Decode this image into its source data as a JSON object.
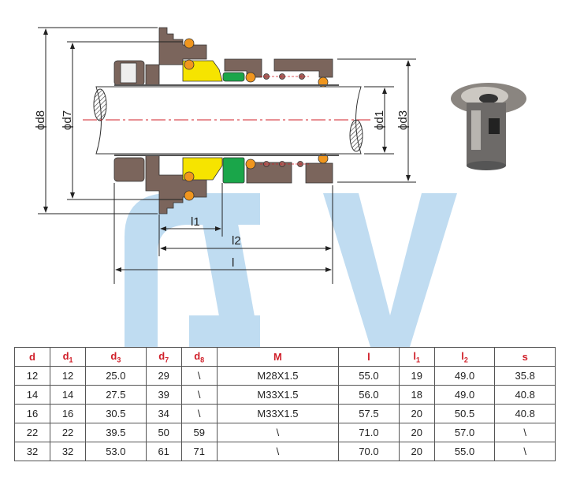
{
  "drawing": {
    "dim_labels": {
      "d8": "ϕd8",
      "d7": "ϕd7",
      "d1": "ϕd1",
      "d3": "ϕd3",
      "l1": "l1",
      "l2": "l2",
      "l": "l"
    },
    "colors": {
      "metal": "#7b655c",
      "yellow": "#f6e400",
      "green": "#1aa64a",
      "oring": "#f0961e",
      "watermark": "#b5d6ef",
      "centerline": "#d0202a"
    }
  },
  "table": {
    "headers": [
      {
        "base": "d",
        "sub": ""
      },
      {
        "base": "d",
        "sub": "1"
      },
      {
        "base": "d",
        "sub": "3"
      },
      {
        "base": "d",
        "sub": "7"
      },
      {
        "base": "d",
        "sub": "8"
      },
      {
        "base": "M",
        "sub": ""
      },
      {
        "base": "l",
        "sub": ""
      },
      {
        "base": "l",
        "sub": "1"
      },
      {
        "base": "l",
        "sub": "2"
      },
      {
        "base": "s",
        "sub": ""
      }
    ],
    "rows": [
      [
        "12",
        "12",
        "25.0",
        "29",
        "\\",
        "M28X1.5",
        "55.0",
        "19",
        "49.0",
        "35.8"
      ],
      [
        "14",
        "14",
        "27.5",
        "39",
        "\\",
        "M33X1.5",
        "56.0",
        "18",
        "49.0",
        "40.8"
      ],
      [
        "16",
        "16",
        "30.5",
        "34",
        "\\",
        "M33X1.5",
        "57.5",
        "20",
        "50.5",
        "40.8"
      ],
      [
        "22",
        "22",
        "39.5",
        "50",
        "59",
        "\\",
        "71.0",
        "20",
        "57.0",
        "\\"
      ],
      [
        "32",
        "32",
        "53.0",
        "61",
        "71",
        "\\",
        "70.0",
        "20",
        "55.0",
        "\\"
      ]
    ]
  }
}
